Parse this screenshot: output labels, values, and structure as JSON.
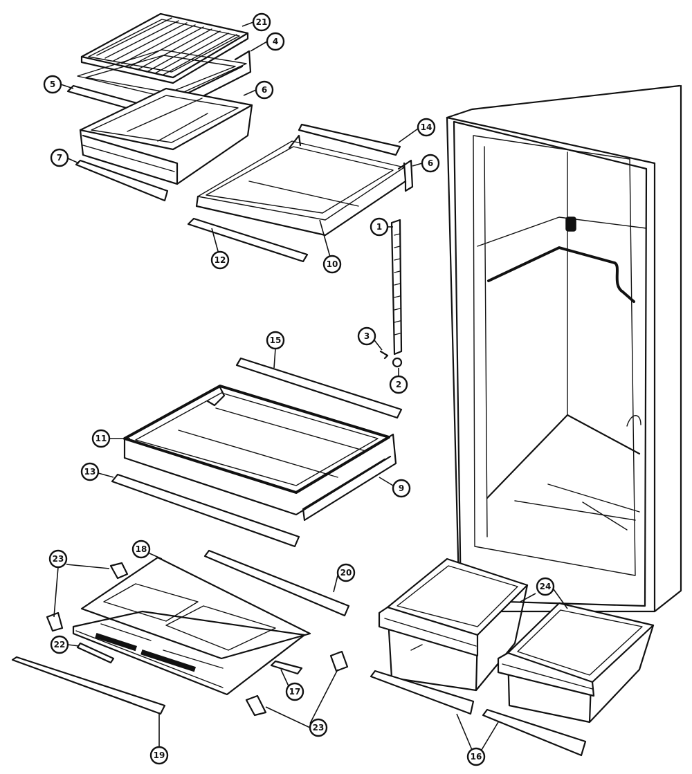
{
  "callouts": {
    "c21": "21",
    "c4": "4",
    "c5": "5",
    "c6a": "6",
    "c7": "7",
    "c14": "14",
    "c6b": "6",
    "c1": "1",
    "c12": "12",
    "c10": "10",
    "c3": "3",
    "c2": "2",
    "c15": "15",
    "c11": "11",
    "c13": "13",
    "c9": "9",
    "c23a": "23",
    "c18": "18",
    "c20": "20",
    "c22": "22",
    "c17": "17",
    "c23b": "23",
    "c19": "19",
    "c24": "24",
    "c16": "16"
  }
}
